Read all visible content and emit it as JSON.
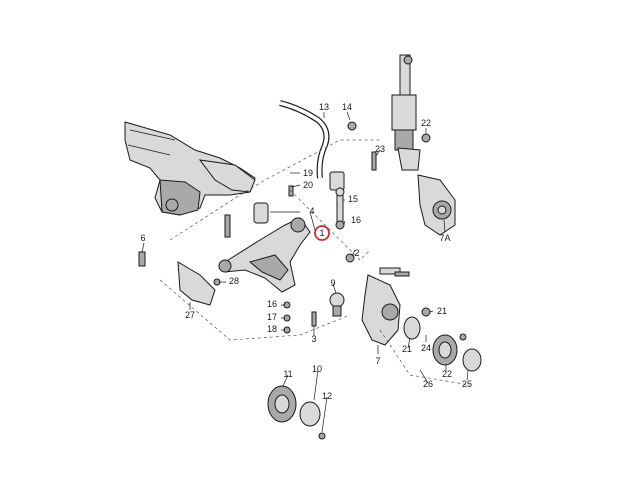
{
  "diagram": {
    "highlight_color": "#d22b2b",
    "callouts": [
      {
        "id": "c1",
        "text": "1",
        "highlight": true
      },
      {
        "id": "c2",
        "text": "2"
      },
      {
        "id": "c3",
        "text": "3"
      },
      {
        "id": "c4",
        "text": "4"
      },
      {
        "id": "c6",
        "text": "6"
      },
      {
        "id": "c7a",
        "text": "7A"
      },
      {
        "id": "c9",
        "text": "9"
      },
      {
        "id": "c10",
        "text": "10"
      },
      {
        "id": "c11",
        "text": "11"
      },
      {
        "id": "c12",
        "text": "12"
      },
      {
        "id": "c13",
        "text": "13"
      },
      {
        "id": "c14",
        "text": "14"
      },
      {
        "id": "c15",
        "text": "15"
      },
      {
        "id": "c16a",
        "text": "16"
      },
      {
        "id": "c16b",
        "text": "16"
      },
      {
        "id": "c17",
        "text": "17"
      },
      {
        "id": "c18",
        "text": "18"
      },
      {
        "id": "c19",
        "text": "19"
      },
      {
        "id": "c20",
        "text": "20"
      },
      {
        "id": "c21a",
        "text": "21"
      },
      {
        "id": "c21b",
        "text": "21"
      },
      {
        "id": "c22a",
        "text": "22"
      },
      {
        "id": "c22b",
        "text": "22"
      },
      {
        "id": "c23",
        "text": "23"
      },
      {
        "id": "c24",
        "text": "24"
      },
      {
        "id": "c25",
        "text": "25"
      },
      {
        "id": "c26",
        "text": "26"
      },
      {
        "id": "c27",
        "text": "27"
      },
      {
        "id": "c28",
        "text": "28"
      },
      {
        "id": "c7",
        "text": "7"
      }
    ]
  }
}
